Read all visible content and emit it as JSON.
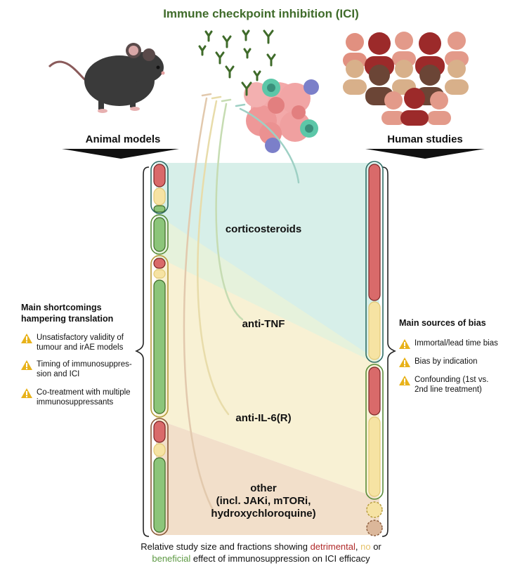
{
  "title": "Immune checkpoint inhibition (ICI)",
  "animal_models_label": "Animal models",
  "human_studies_label": "Human studies",
  "left_panel": {
    "heading": "Main shortcomings hampering translation",
    "heading_line1": "Main shortcomings",
    "heading_line2": "hampering translation",
    "items": [
      {
        "line1": "Unsatisfactory validity of",
        "line2": "tumour and irAE models"
      },
      {
        "line1": "Timing of immunosuppres-",
        "line2": "sion and ICI"
      },
      {
        "line1": "Co-treatment with multiple",
        "line2": "immunosuppressants"
      }
    ]
  },
  "right_panel": {
    "heading": "Main sources of bias",
    "items": [
      {
        "line1": "Immortal/lead time bias",
        "line2": ""
      },
      {
        "line1": "Bias by indication",
        "line2": ""
      },
      {
        "line1": "Confounding (1st vs.",
        "line2": "2nd line treatment)"
      }
    ]
  },
  "bands": {
    "corticosteroids": "corticosteroids",
    "anti_tnf": "anti-TNF",
    "anti_il6": "anti-IL-6(R)",
    "other_line1": "other",
    "other_line2": "(incl. JAKi, mTORi,",
    "other_line3": "hydroxychloroquine)"
  },
  "caption": {
    "part1": "Relative study size and fractions showing ",
    "detrimental": "detrimental",
    "comma": ", ",
    "no": "no",
    "part2": " or",
    "beneficial": "beneficial",
    "part3": " effect of immunosuppression on ICI efficacy"
  },
  "colors": {
    "detrimental": "#d96a6a",
    "no_effect": "#f6e3a3",
    "beneficial": "#8cc57a",
    "band_cortico": "#d7efe9",
    "band_tnf": "#e4f1dc",
    "band_il6": "#f8f0d2",
    "band_other": "#f2ddc8",
    "title_green": "#3f6b2a"
  },
  "icons": [
    "mouse-icon",
    "human-crowd-icon",
    "antibody-icon",
    "tumor-cells-icon",
    "warning-icon"
  ]
}
